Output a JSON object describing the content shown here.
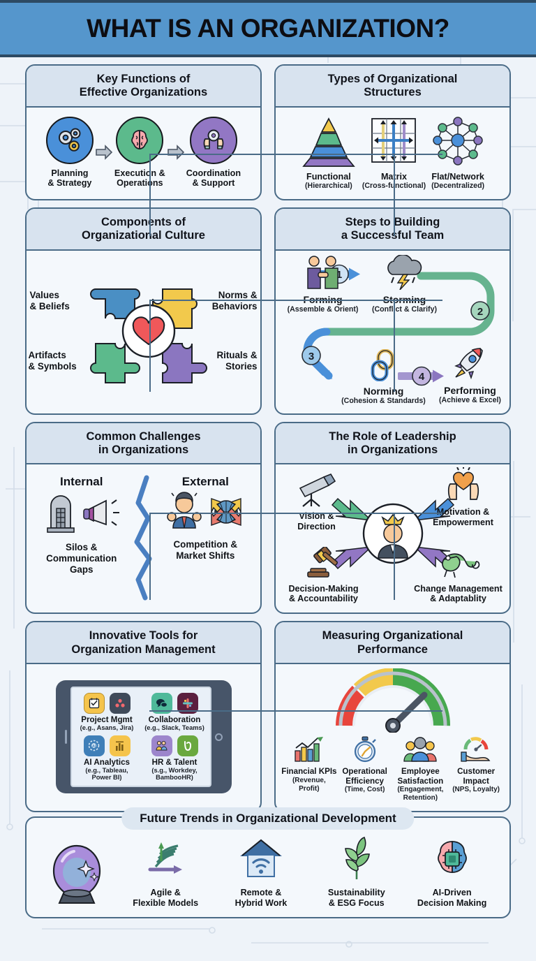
{
  "header": {
    "title": "WHAT IS AN ORGANIZATION?"
  },
  "colors": {
    "header_bg": "#5596cc",
    "panel_border": "#4a6b87",
    "panel_head_bg": "#d8e3ef",
    "panel_body_bg": "#f4f8fc",
    "page_bg": "#eef3f9"
  },
  "panels": {
    "key_functions": {
      "title_line1": "Key Functions of",
      "title_line2": "Effective Organizations",
      "items": [
        {
          "icon": "gears-icon",
          "label_line1": "Planning",
          "label_line2": "& Strategy",
          "circle_color": "#4a90d9"
        },
        {
          "icon": "brain-icon",
          "label_line1": "Execution &",
          "label_line2": "Operations",
          "circle_color": "#5cba8c"
        },
        {
          "icon": "hands-gear-icon",
          "label_line1": "Coordination",
          "label_line2": "& Support",
          "circle_color": "#9277c4"
        }
      ]
    },
    "structures": {
      "title_line1": "Types of Organizational",
      "title_line2": "Structures",
      "items": [
        {
          "icon": "pyramid-icon",
          "label": "Functional",
          "sub": "(Hierarchical)"
        },
        {
          "icon": "matrix-grid-icon",
          "label": "Matrix",
          "sub": "(Cross-functional)"
        },
        {
          "icon": "network-icon",
          "label": "Flat/Network",
          "sub": "(Decentralized)"
        }
      ]
    },
    "culture": {
      "title_line1": "Components of",
      "title_line2": "Organizational Culture",
      "center_icon": "heart-icon",
      "items": [
        {
          "label_line1": "Values",
          "label_line2": "& Beliefs",
          "piece_color": "#4a8fc4",
          "position": "top-left"
        },
        {
          "label_line1": "Norms &",
          "label_line2": "Behaviors",
          "piece_color": "#f2c94c",
          "position": "top-right"
        },
        {
          "label_line1": "Artifacts",
          "label_line2": "& Symbols",
          "piece_color": "#5cba8c",
          "position": "bottom-left"
        },
        {
          "label_line1": "Rituals &",
          "label_line2": "Stories",
          "piece_color": "#8b76c0",
          "position": "bottom-right"
        }
      ]
    },
    "team_steps": {
      "title_line1": "Steps to Building",
      "title_line2": "a Successful Team",
      "steps": [
        {
          "number": "1",
          "icon": "handshake-icon",
          "label": "Forming",
          "sub": "(Assemble & Orient)"
        },
        {
          "number": "2",
          "icon": "storm-cloud-icon",
          "label": "Storming",
          "sub": "(Conflict & Clarify)"
        },
        {
          "number": "3",
          "icon": "chain-link-icon",
          "label": "Norming",
          "sub": "(Cohesion & Standards)"
        },
        {
          "number": "4",
          "icon": "rocket-icon",
          "label": "Performing",
          "sub": "(Achieve & Excel)"
        }
      ]
    },
    "challenges": {
      "title_line1": "Common Challenges",
      "title_line2": "in Organizations",
      "internal": {
        "heading": "Internal",
        "icons": [
          "silo-icon",
          "megaphone-icon"
        ],
        "label_line1": "Silos &",
        "label_line2": "Communication",
        "label_line3": "Gaps"
      },
      "external": {
        "heading": "External",
        "icons": [
          "competitor-person-icon",
          "globe-trend-icon"
        ],
        "label_line1": "Competition &",
        "label_line2": "Market Shifts"
      },
      "divider_icon": "zigzag-crack-icon"
    },
    "leadership": {
      "title_line1": "The Role of Leadership",
      "title_line2": "in Organizations",
      "center_icon": "leader-crown-icon",
      "items": [
        {
          "icon": "telescope-icon",
          "label_line1": "Vision &",
          "label_line2": "Direction",
          "arrow_color": "#5cba8c"
        },
        {
          "icon": "hands-heart-icon",
          "label_line1": "Motivation &",
          "label_line2": "Empowerment",
          "arrow_color": "#4a90d9"
        },
        {
          "icon": "gavel-icon",
          "label_line1": "Decision-Making",
          "label_line2": "& Accountability",
          "arrow_color": "#9277c4"
        },
        {
          "icon": "chameleon-icon",
          "label_line1": "Change Management",
          "label_line2": "& Adaptablity",
          "arrow_color": "#9277c4"
        }
      ]
    },
    "tools": {
      "title_line1": "Innovative Tools for",
      "title_line2": "Organization Management",
      "items": [
        {
          "label": "Project Mgmt",
          "sub": "(e.g., Asans, Jira)",
          "icons": [
            "checklist-icon",
            "asana-dots-icon"
          ]
        },
        {
          "label": "Collaboration",
          "sub": "(e.g., Slack, Teams)",
          "icons": [
            "chat-bubbles-icon",
            "slack-grid-icon"
          ]
        },
        {
          "label": "AI Analytics",
          "sub_line1": "(e.g., Tableau,",
          "sub_line2": "Power BI)",
          "icons": [
            "ai-chip-icon",
            "bar-chart-icon"
          ]
        },
        {
          "label": "HR & Talent",
          "sub_line1": "(s.g., Workdey,",
          "sub_line2": "BambooHR)",
          "icons": [
            "people-icon",
            "bamboo-icon"
          ]
        }
      ]
    },
    "performance": {
      "title_line1": "Measuring Organizational",
      "title_line2": "Performance",
      "gauge": {
        "icon": "gauge-icon",
        "zones": [
          "#e8453c",
          "#f2c94c",
          "#47a84f"
        ],
        "needle_position": "green"
      },
      "metrics": [
        {
          "icon": "growth-bars-icon",
          "label": "Financial KPIs",
          "sub_line1": "(Revenue,",
          "sub_line2": "Profit)"
        },
        {
          "icon": "stopwatch-icon",
          "label_line1": "Operational",
          "label_line2": "Efficiency",
          "sub_line1": "(Time, Cost)"
        },
        {
          "icon": "people-group-icon",
          "label_line1": "Employee",
          "label_line2": "Satisfaction",
          "sub_line1": "(Engagement,",
          "sub_line2": "Retention)"
        },
        {
          "icon": "hand-gauge-icon",
          "label_line1": "Customer",
          "label_line2": "Impact",
          "sub_line1": "(NPS, Loyalty)"
        }
      ]
    },
    "future": {
      "title": "Future Trends in Organizational Development",
      "lead_icon": "crystal-ball-icon",
      "items": [
        {
          "icon": "agile-spring-icon",
          "label_line1": "Agile &",
          "label_line2": "Flexible Models"
        },
        {
          "icon": "home-wifi-icon",
          "label_line1": "Remote &",
          "label_line2": "Hybrid Work"
        },
        {
          "icon": "leaf-icon",
          "label_line1": "Sustainability",
          "label_line2": "& ESG Focus"
        },
        {
          "icon": "ai-brain-icon",
          "label_line1": "AI-Driven",
          "label_line2": "Decision Making"
        }
      ]
    }
  }
}
